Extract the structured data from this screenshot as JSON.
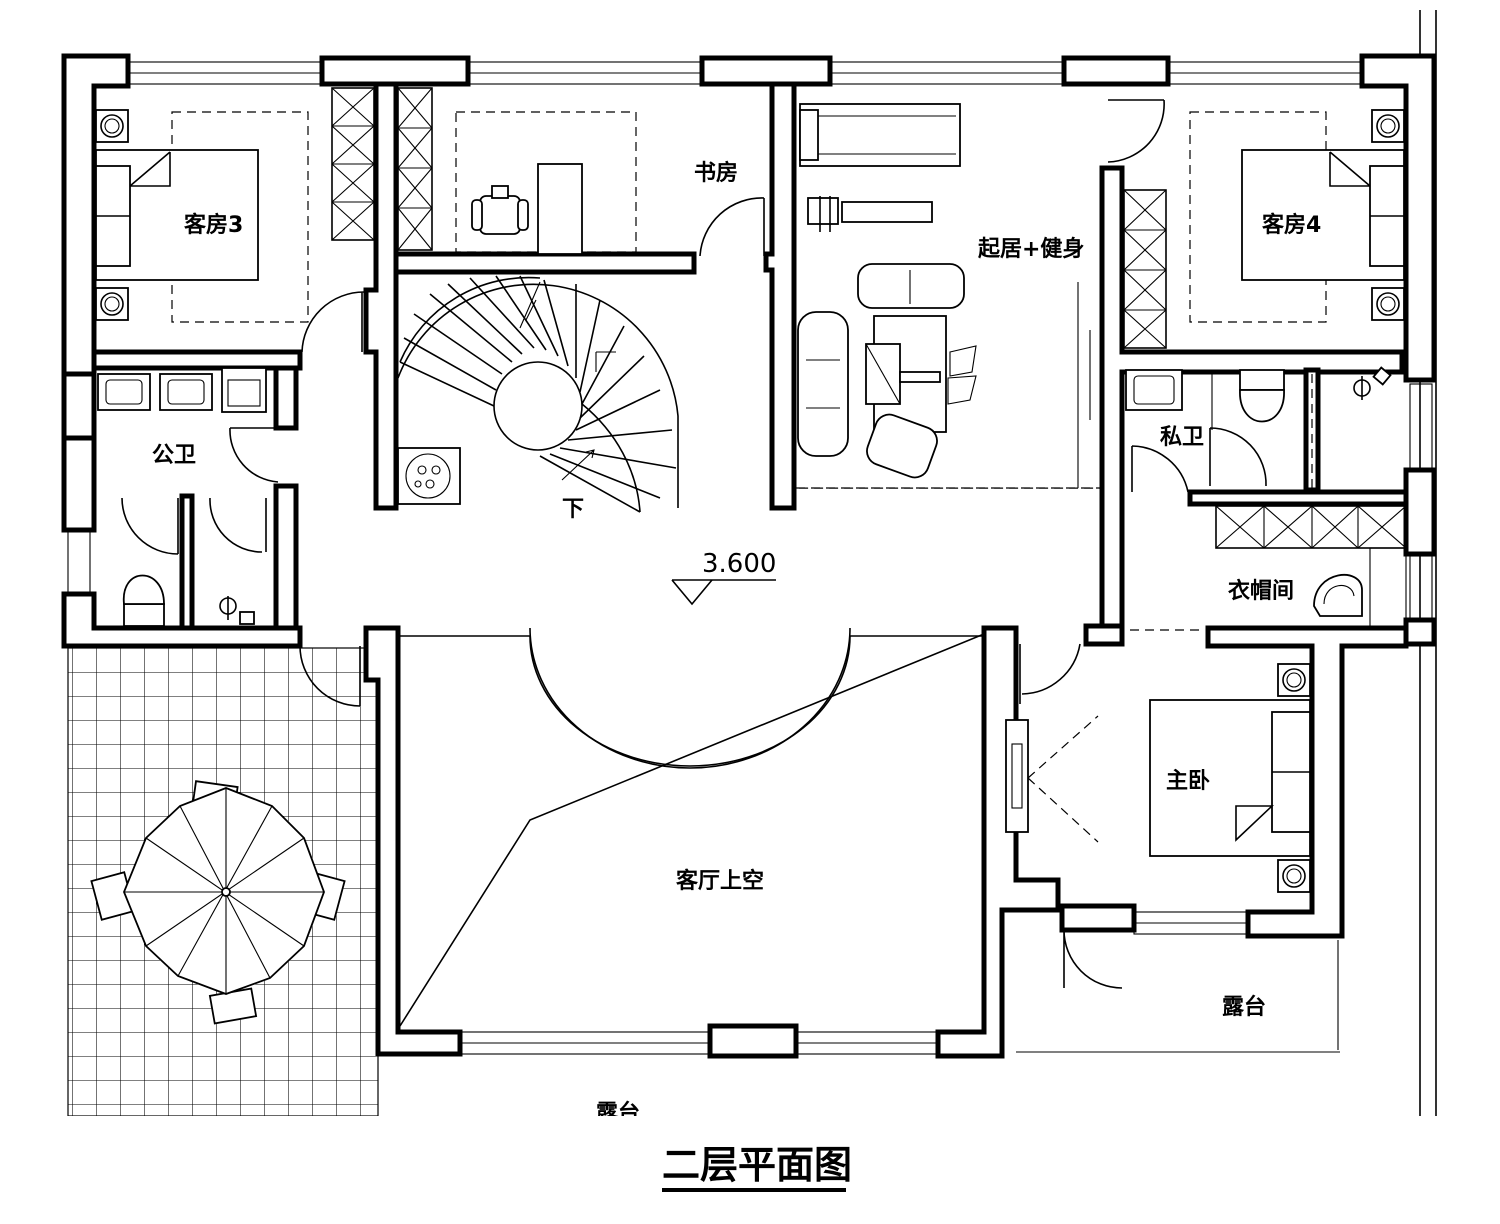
{
  "rooms": {
    "guest3": "客房3",
    "study": "书房",
    "living_gym": "起居+健身",
    "guest4": "客房4",
    "public_bath": "公卫",
    "private_bath": "私卫",
    "cloakroom": "衣帽间",
    "master": "主卧",
    "void": "客厅上空",
    "terrace": "露台",
    "terrace_bottom": "露台"
  },
  "stair_down": "下",
  "elevation": "3.600",
  "title": "二层平面图"
}
